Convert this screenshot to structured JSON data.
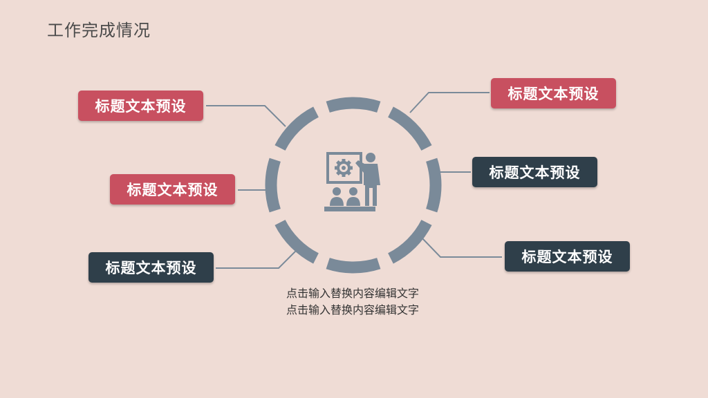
{
  "page_title": "工作完成情况",
  "colors": {
    "background": "#efdcd5",
    "accent_red": "#c85060",
    "accent_dark": "#2f3f4a",
    "ring": "#7a8a99",
    "connector": "#7a8a99"
  },
  "labels": [
    {
      "text": "标题文本预设",
      "color": "red"
    },
    {
      "text": "标题文本预设",
      "color": "red"
    },
    {
      "text": "标题文本预设",
      "color": "dark"
    },
    {
      "text": "标题文本预设",
      "color": "red"
    },
    {
      "text": "标题文本预设",
      "color": "dark"
    },
    {
      "text": "标题文本预设",
      "color": "dark"
    }
  ],
  "description": [
    "点击输入替换内容编辑文字",
    "点击输入替换内容编辑文字"
  ],
  "center_icon": "presentation-icon"
}
